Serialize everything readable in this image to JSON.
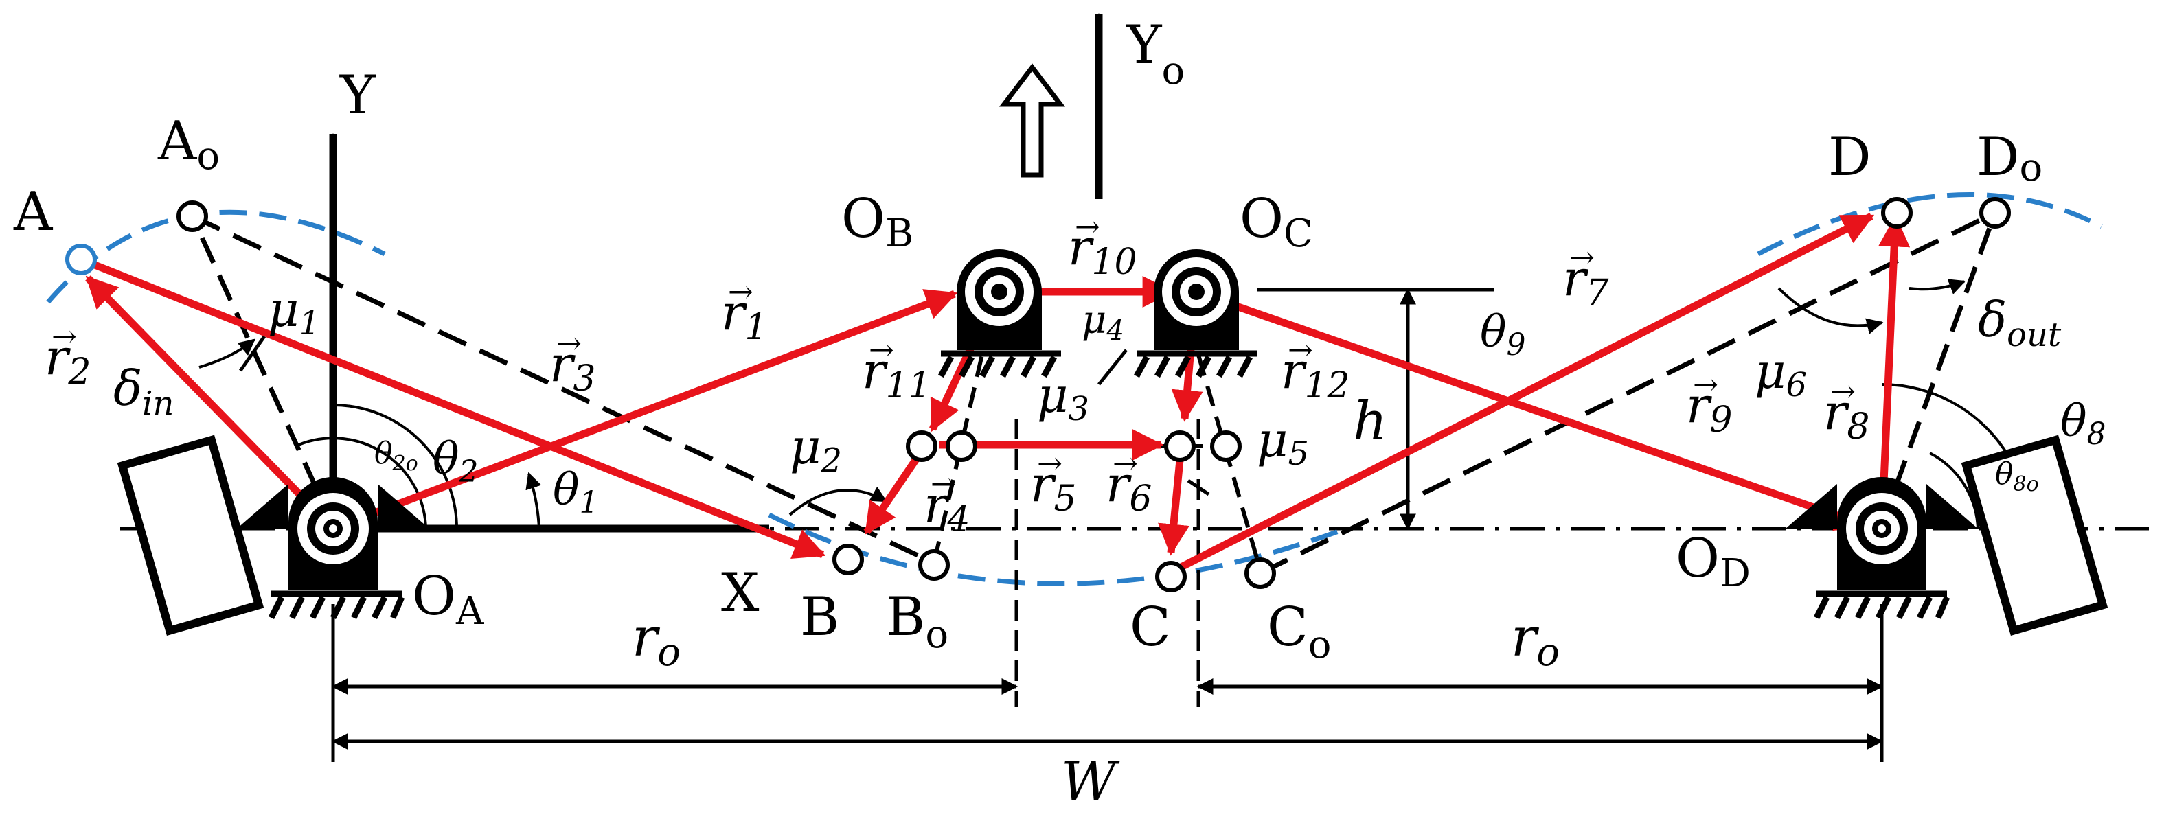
{
  "colors": {
    "ink": "#000000",
    "vector": "#e8131b",
    "path": "#2a7fc9",
    "background": "#ffffff"
  },
  "labels": {
    "A": "A",
    "A_o": "A",
    "A_o_sub": "o",
    "B": "B",
    "B_o": "B",
    "B_o_sub": "o",
    "C": "C",
    "C_o": "C",
    "C_o_sub": "o",
    "D": "D",
    "D_o": "D",
    "D_o_sub": "o",
    "O_A": "O",
    "O_A_sub": "A",
    "O_B": "O",
    "O_B_sub": "B",
    "O_C": "O",
    "O_C_sub": "C",
    "O_D": "O",
    "O_D_sub": "D",
    "X": "X",
    "Y": "Y",
    "Y_o": "Y",
    "Y_o_sub": "o",
    "r_o_left": "r",
    "r_o_left_sub": "o",
    "r_o_right": "r",
    "r_o_right_sub": "o",
    "W": "W",
    "h": "h"
  },
  "vectors": {
    "r1": {
      "sym": "r",
      "sub": "1"
    },
    "r2": {
      "sym": "r",
      "sub": "2"
    },
    "r3": {
      "sym": "r",
      "sub": "3"
    },
    "r4": {
      "sym": "r",
      "sub": "4"
    },
    "r5": {
      "sym": "r",
      "sub": "5"
    },
    "r6": {
      "sym": "r",
      "sub": "6"
    },
    "r7": {
      "sym": "r",
      "sub": "7"
    },
    "r8": {
      "sym": "r",
      "sub": "8"
    },
    "r9": {
      "sym": "r",
      "sub": "9"
    },
    "r10": {
      "sym": "r",
      "sub": "10"
    },
    "r11": {
      "sym": "r",
      "sub": "11"
    },
    "r12": {
      "sym": "r",
      "sub": "12"
    },
    "arrow_glyph": "→"
  },
  "angles": {
    "theta1": {
      "sym": "θ",
      "sub": "1"
    },
    "theta2": {
      "sym": "θ",
      "sub": "2"
    },
    "theta2o": {
      "sym": "θ",
      "sub": "2o"
    },
    "theta8": {
      "sym": "θ",
      "sub": "8"
    },
    "theta8o": {
      "sym": "θ",
      "sub": "8o"
    },
    "theta9": {
      "sym": "θ",
      "sub": "9"
    },
    "mu1": {
      "sym": "μ",
      "sub": "1"
    },
    "mu2": {
      "sym": "μ",
      "sub": "2"
    },
    "mu3": {
      "sym": "μ",
      "sub": "3"
    },
    "mu4": {
      "sym": "μ",
      "sub": "4"
    },
    "mu5": {
      "sym": "μ",
      "sub": "5"
    },
    "mu6": {
      "sym": "μ",
      "sub": "6"
    },
    "delta_in": {
      "sym": "δ",
      "sub": "in"
    },
    "delta_out": {
      "sym": "δ",
      "sub": "out"
    }
  }
}
